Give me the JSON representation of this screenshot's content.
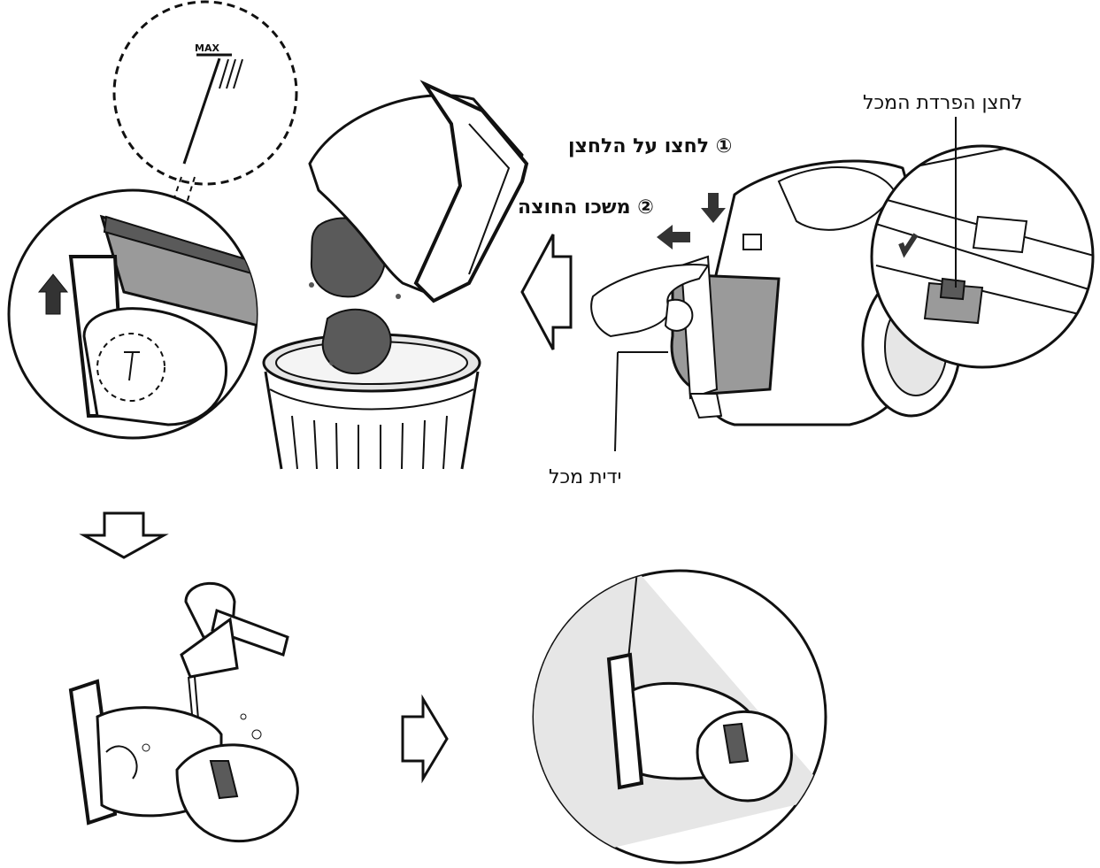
{
  "labels": {
    "release_button": "לחצן הפרדת המכל",
    "step1": "① לחצו על הלחצן",
    "step2": "② משכו החוצה",
    "bin_handle": "ידית מכל",
    "max_mark": "MAX"
  },
  "colors": {
    "line": "#111111",
    "dark_fill": "#5a5a5a",
    "mid_fill": "#9a9a9a",
    "light_fill": "#dddddd",
    "shade": "#e6e6e6"
  },
  "icons": [
    "arrow-down-icon",
    "arrow-left-icon",
    "arrow-right-icon",
    "arrow-up-icon"
  ]
}
